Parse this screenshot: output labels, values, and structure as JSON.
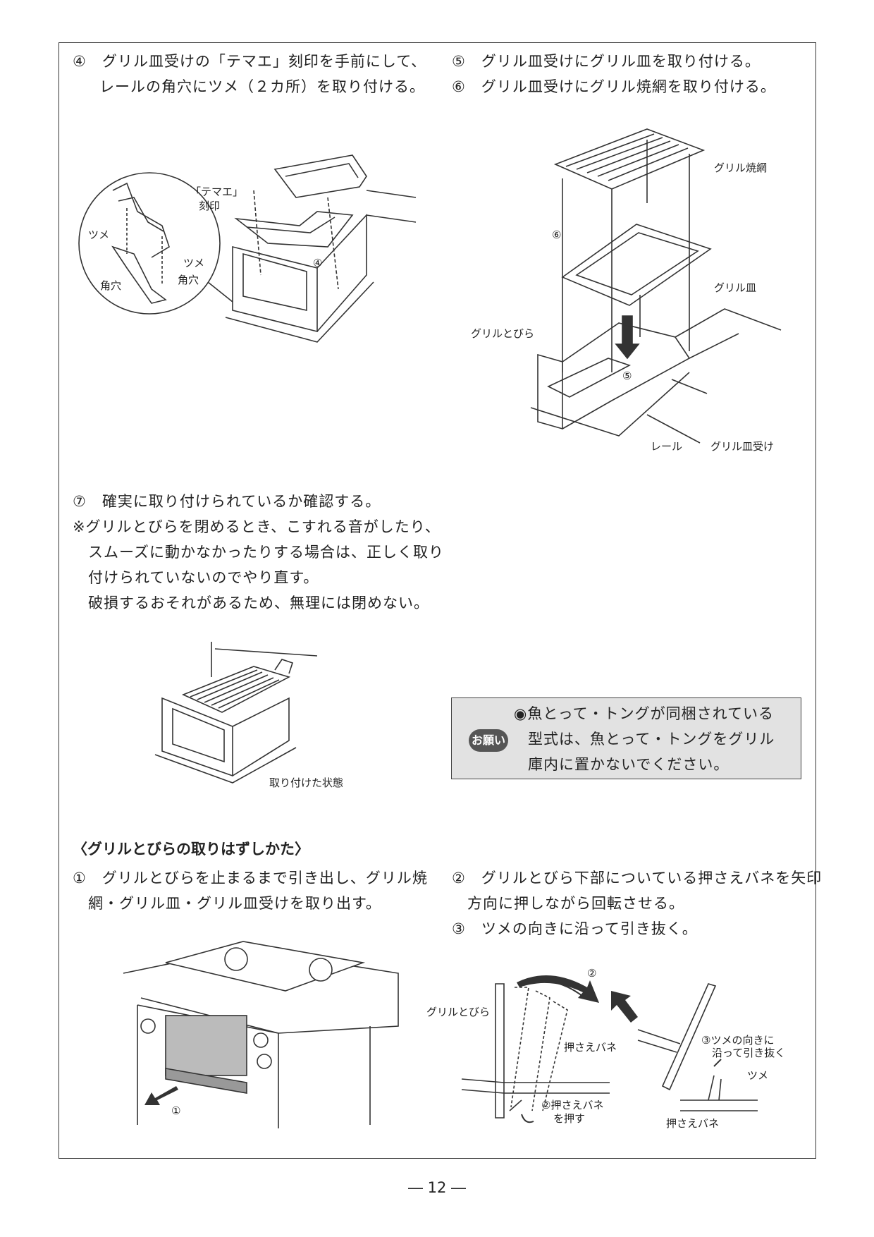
{
  "steps_top_left": {
    "step4_line1": "④　グリル皿受けの「テマエ」刻印を手前にして、",
    "step4_line2": "レールの角穴にツメ（２カ所）を取り付ける。"
  },
  "steps_top_right": {
    "step5": "⑤　グリル皿受けにグリル皿を取り付ける。",
    "step6": "⑥　グリル皿受けにグリル焼網を取り付ける。"
  },
  "figure1_labels": {
    "temae": "「テマエ」",
    "kokuin": "刻印",
    "tsume_left": "ツメ",
    "tsume_right": "ツメ",
    "kakuana_left": "角穴",
    "kakuana_right": "角穴",
    "num4": "④"
  },
  "figure2_labels": {
    "grill_ami": "グリル焼網",
    "grill_sara": "グリル皿",
    "grill_tobira": "グリルとびら",
    "rail": "レール",
    "grill_saraduke": "グリル皿受け",
    "num5": "⑤",
    "num6": "⑥"
  },
  "step7": {
    "line1": "⑦　確実に取り付けられているか確認する。",
    "line2": "※グリルとびらを閉めるとき、こすれる音がしたり、",
    "line3": "スムーズに動かなかったりする場合は、正しく取り",
    "line4": "付けられていないのでやり直す。",
    "line5": "破損するおそれがあるため、無理には閉めない。"
  },
  "figure3_caption": "取り付けた状態",
  "notice": {
    "badge": "お願い",
    "line1": "◉魚とって・トングが同梱されている",
    "line2": "型式は、魚とって・トングをグリル",
    "line3": "庫内に置かないでください。"
  },
  "removal_section": {
    "heading": "〈グリルとびらの取りはずしかた〉",
    "step1_line1": "①　グリルとびらを止まるまで引き出し、グリル焼",
    "step1_line2": "網・グリル皿・グリル皿受けを取り出す。",
    "step2_line1": "②　グリルとびら下部についている押さえバネを矢印",
    "step2_line2": "方向に押しながら回転させる。",
    "step3": "③　ツメの向きに沿って引き抜く。"
  },
  "figure4_labels": {
    "num1": "①"
  },
  "figure5_labels": {
    "num2": "②",
    "grill_tobira": "グリルとびら",
    "osae_bane": "押さえバネ",
    "push_line1": "②押さえバネ",
    "push_line2": "を押す",
    "pull_line1": "③ツメの向きに",
    "pull_line2": "沿って引き抜く",
    "tsume": "ツメ",
    "osae_bane2": "押さえバネ"
  },
  "page_number": "― 12 ―"
}
